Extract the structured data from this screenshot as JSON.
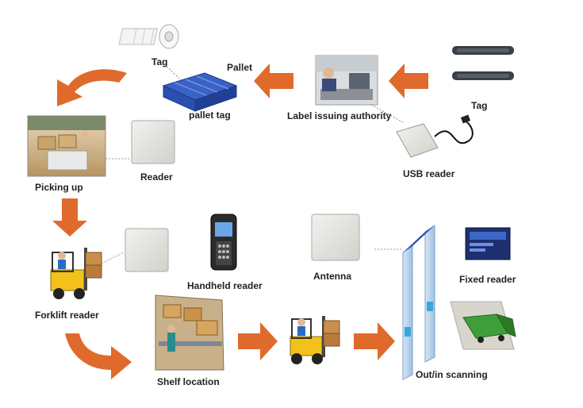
{
  "labels": {
    "tag_top": "Tag",
    "pallet": "Pallet",
    "pallet_tag": "pallet tag",
    "label_issuing_authority": "Label issuing authority",
    "tag_right": "Tag",
    "usb_reader": "USB reader",
    "picking_up": "Picking up",
    "reader": "Reader",
    "forklift_reader": "Forklift reader",
    "handheld_reader": "Handheld reader",
    "antenna": "Antenna",
    "fixed_reader": "Fixed reader",
    "shelf_location": "Shelf location",
    "out_in_scanning": "Out/in scanning"
  },
  "colors": {
    "arrow": "#e06a2c",
    "pallet": "#2a4fb0",
    "forklift": "#f2c21b",
    "reader_body": "#e4e4e0",
    "truck": "#3f9e3a",
    "gate": "#b9d3ec"
  }
}
